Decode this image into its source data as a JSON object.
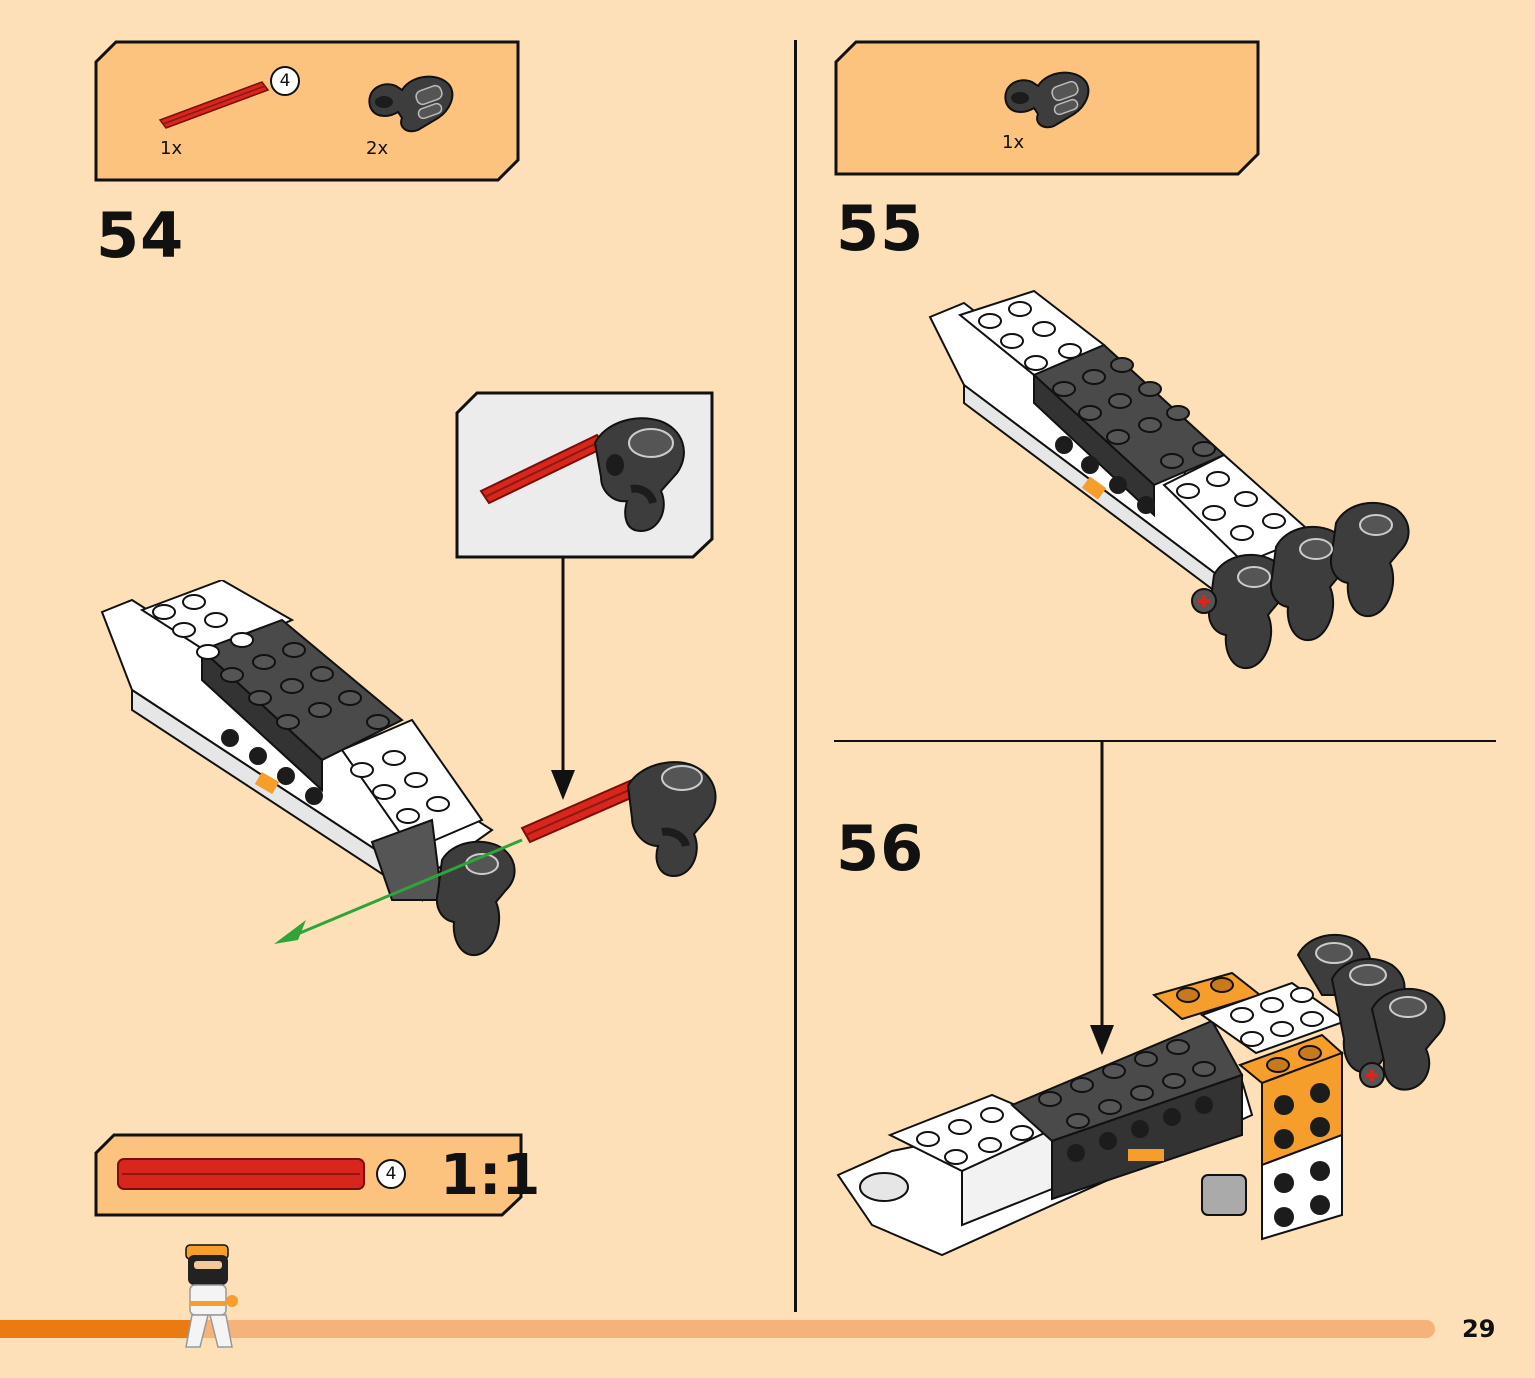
{
  "page": {
    "page_number": "29",
    "progress_fraction": 0.14
  },
  "step54": {
    "number": "54",
    "parts": [
      {
        "name": "red-axle-4",
        "qty": "1x",
        "length_label": "4"
      },
      {
        "name": "black-connector",
        "qty": "2x"
      }
    ],
    "scale_label": "1:1",
    "scale_length_label": "4"
  },
  "step55": {
    "number": "55",
    "parts": [
      {
        "name": "black-connector",
        "qty": "1x"
      }
    ]
  },
  "step56": {
    "number": "56"
  },
  "colors": {
    "background": "#fde0b8",
    "callout": "#fcc37f",
    "axle_red": "#d8261c",
    "brick_dark": "#3d3d3d",
    "brick_orange": "#f59e2c",
    "progress": "#ec7a12",
    "arrow_green": "#2ea43a"
  }
}
